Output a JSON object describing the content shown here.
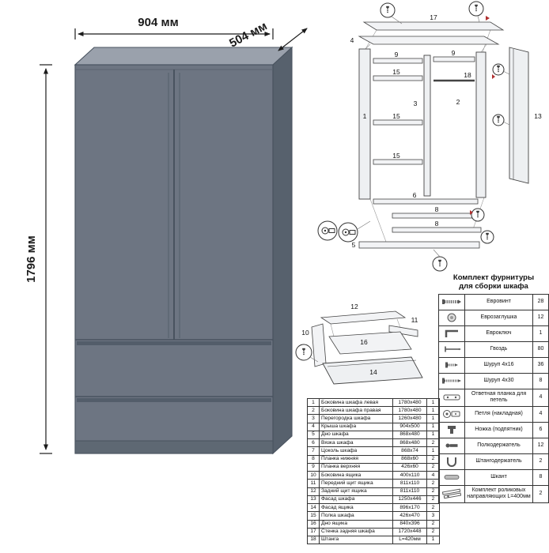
{
  "dims": {
    "width": "904 мм",
    "depth": "504 мм",
    "height": "1796 мм"
  },
  "colors": {
    "cabinet_front": "#6d7582",
    "cabinet_top": "#9aa1ac",
    "cabinet_side": "#57616d",
    "cabinet_line": "#49535f",
    "diagram_ink": "#333333",
    "accent_red": "#b03030"
  },
  "assembly": {
    "labels": [
      "17",
      "4",
      "9",
      "9",
      "18",
      "1",
      "3",
      "2",
      "15",
      "15",
      "15",
      "13",
      "6",
      "8",
      "8",
      "5"
    ]
  },
  "drawer": {
    "labels": [
      "12",
      "10",
      "11",
      "16",
      "14"
    ]
  },
  "hardware": {
    "title_line1": "Комплект фурнитуры",
    "title_line2": "для сборки шкафа",
    "items": [
      {
        "icon": "euro-screw-icon",
        "name": "Евровинт",
        "qty": "28"
      },
      {
        "icon": "euro-plug-icon",
        "name": "Еврозаглушка",
        "qty": "12"
      },
      {
        "icon": "euro-key-icon",
        "name": "Евроключ",
        "qty": "1"
      },
      {
        "icon": "nail-icon",
        "name": "Гвоздь",
        "qty": "80"
      },
      {
        "icon": "screw-short-icon",
        "name": "Шуруп 4х16",
        "qty": "36"
      },
      {
        "icon": "screw-long-icon",
        "name": "Шуруп 4х30",
        "qty": "8"
      },
      {
        "icon": "strike-plate-icon",
        "name": "Ответная планка для петель",
        "qty": "4"
      },
      {
        "icon": "hinge-icon",
        "name": "Петля (накладная)",
        "qty": "4"
      },
      {
        "icon": "foot-icon",
        "name": "Ножка (подпятник)",
        "qty": "6"
      },
      {
        "icon": "shelf-support-icon",
        "name": "Полкодержатель",
        "qty": "12"
      },
      {
        "icon": "rod-holder-icon",
        "name": "Штангодержатель",
        "qty": "2"
      },
      {
        "icon": "dowel-icon",
        "name": "Шкант",
        "qty": "8"
      },
      {
        "icon": "drawer-slides-icon",
        "name": "Комплект роликовых направляющих L=400мм",
        "qty": "2"
      }
    ]
  },
  "parts": {
    "rows": [
      {
        "num": "1",
        "name": "Боковина шкафа левая",
        "size": "1780х480",
        "qty": "1"
      },
      {
        "num": "2",
        "name": "Боковина шкафа правая",
        "size": "1780х480",
        "qty": "1"
      },
      {
        "num": "3",
        "name": "Перегородка шкафа",
        "size": "1260х480",
        "qty": "1"
      },
      {
        "num": "4",
        "name": "Крыша шкафа",
        "size": "904х500",
        "qty": "1"
      },
      {
        "num": "5",
        "name": "Дно шкафа",
        "size": "868х480",
        "qty": "1"
      },
      {
        "num": "6",
        "name": "Вязка шкафа",
        "size": "868х480",
        "qty": "2"
      },
      {
        "num": "7",
        "name": "Цоколь шкафа",
        "size": "868х74",
        "qty": "1"
      },
      {
        "num": "8",
        "name": "Планка нижняя",
        "size": "868х60",
        "qty": "2"
      },
      {
        "num": "9",
        "name": "Планка верхняя",
        "size": "426х60",
        "qty": "2"
      },
      {
        "num": "10",
        "name": "Боковина ящика",
        "size": "400х110",
        "qty": "4"
      },
      {
        "num": "11",
        "name": "Передний щит ящика",
        "size": "811х110",
        "qty": "2"
      },
      {
        "num": "12",
        "name": "Задний щит ящика",
        "size": "811х110",
        "qty": "2"
      },
      {
        "num": "13",
        "name": "Фасад шкафа",
        "size": "1250х446",
        "qty": "2"
      },
      {
        "num": "14",
        "name": "Фасад ящика",
        "size": "896х170",
        "qty": "2"
      },
      {
        "num": "15",
        "name": "Полка шкафа",
        "size": "426х470",
        "qty": "3"
      },
      {
        "num": "16",
        "name": "Дно ящика",
        "size": "840х396",
        "qty": "2"
      },
      {
        "num": "17",
        "name": "Стенка задняя шкафа",
        "size": "1720х448",
        "qty": "2"
      },
      {
        "num": "18",
        "name": "Штанга",
        "size": "L=420мм",
        "qty": "1"
      }
    ]
  }
}
